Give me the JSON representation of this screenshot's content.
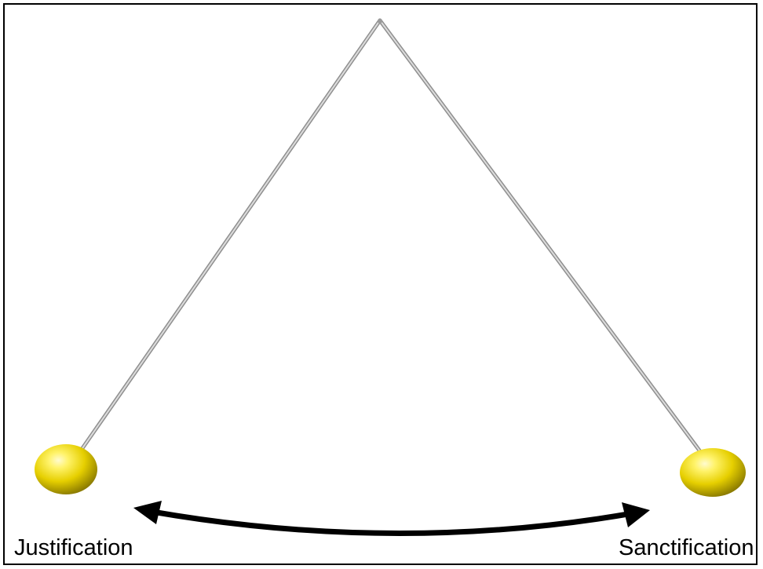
{
  "diagram": {
    "labels": {
      "left": "Justification",
      "right": "Sanctification"
    },
    "colors": {
      "border": "#000000",
      "string": "#a8a8a8",
      "string_highlight": "#e6e6e6",
      "bob_light": "#fff59a",
      "bob_mid": "#e8d400",
      "bob_dark": "#8a7a00",
      "arrow": "#000000"
    },
    "elements": {
      "pivot": "pendulum-pivot",
      "left_bob": "pendulum-bob-left",
      "right_bob": "pendulum-bob-right",
      "swing_arrow": "double-headed-curved-arrow"
    }
  }
}
